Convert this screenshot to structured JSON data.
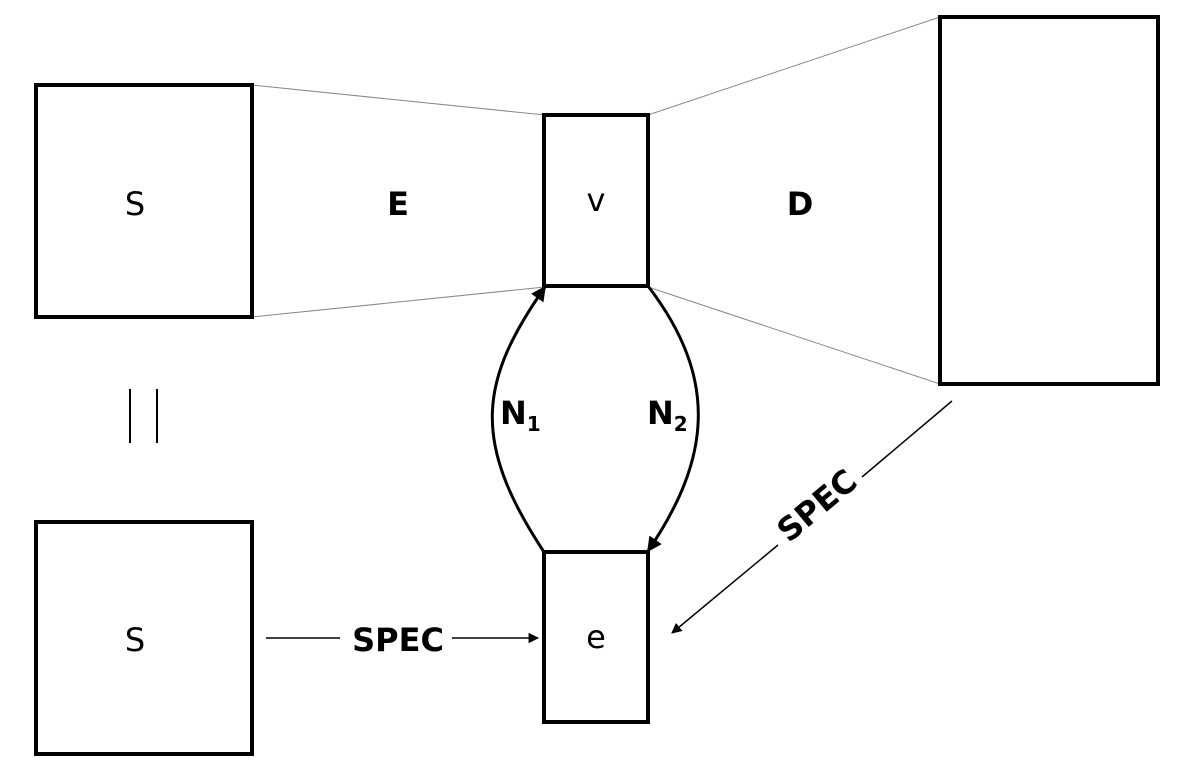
{
  "boxes": {
    "top_left": "S",
    "bottom_left": "S",
    "top_middle": "v",
    "bottom_middle": "e",
    "right": ""
  },
  "labels": {
    "encoder": "E",
    "decoder": "D",
    "n1_main": "N",
    "n1_sub": "1",
    "n2_main": "N",
    "n2_sub": "2",
    "spec_bottom": "SPEC",
    "spec_diagonal": "SPEC"
  }
}
